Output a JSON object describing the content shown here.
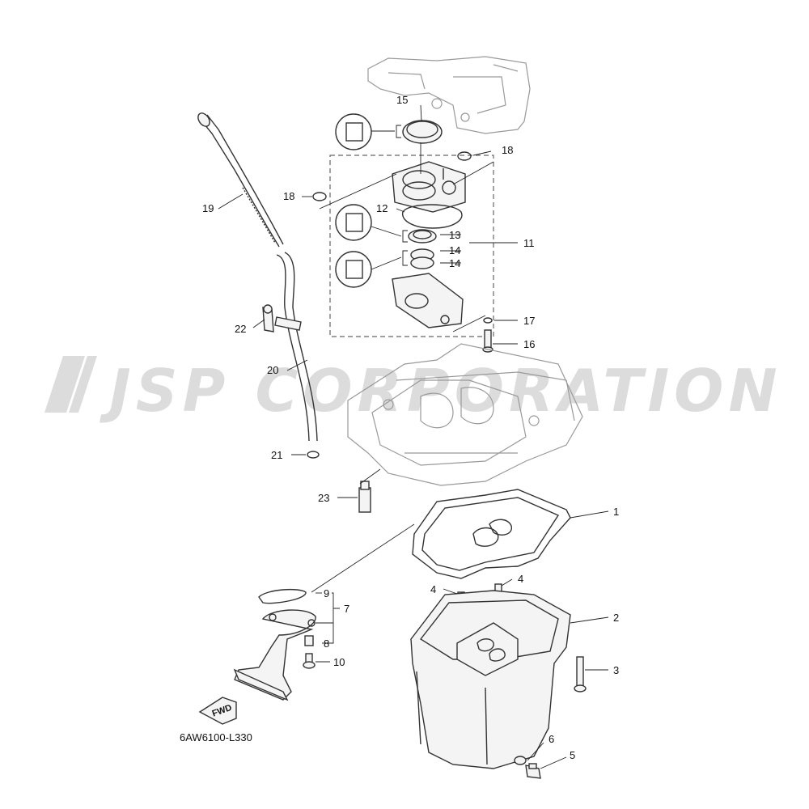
{
  "diagram": {
    "code": "6AW6100-L330",
    "fwd_label": "FWD",
    "watermark": "JSP CORPORATION"
  },
  "callouts": [
    {
      "id": "c15",
      "text": "15"
    },
    {
      "id": "c18a",
      "text": "18"
    },
    {
      "id": "c18b",
      "text": "18"
    },
    {
      "id": "c19",
      "text": "19"
    },
    {
      "id": "c12",
      "text": "12"
    },
    {
      "id": "c13",
      "text": "13"
    },
    {
      "id": "c11",
      "text": "11"
    },
    {
      "id": "c14a",
      "text": "14"
    },
    {
      "id": "c14b",
      "text": "14"
    },
    {
      "id": "c17",
      "text": "17"
    },
    {
      "id": "c16",
      "text": "16"
    },
    {
      "id": "c22",
      "text": "22"
    },
    {
      "id": "c20",
      "text": "20"
    },
    {
      "id": "c21",
      "text": "21"
    },
    {
      "id": "c23",
      "text": "23"
    },
    {
      "id": "c1",
      "text": "1"
    },
    {
      "id": "c4a",
      "text": "4"
    },
    {
      "id": "c4b",
      "text": "4"
    },
    {
      "id": "c2",
      "text": "2"
    },
    {
      "id": "c9",
      "text": "9"
    },
    {
      "id": "c7",
      "text": "7"
    },
    {
      "id": "c8",
      "text": "8"
    },
    {
      "id": "c10",
      "text": "10"
    },
    {
      "id": "c3",
      "text": "3"
    },
    {
      "id": "c6",
      "text": "6"
    },
    {
      "id": "c5",
      "text": "5"
    }
  ]
}
